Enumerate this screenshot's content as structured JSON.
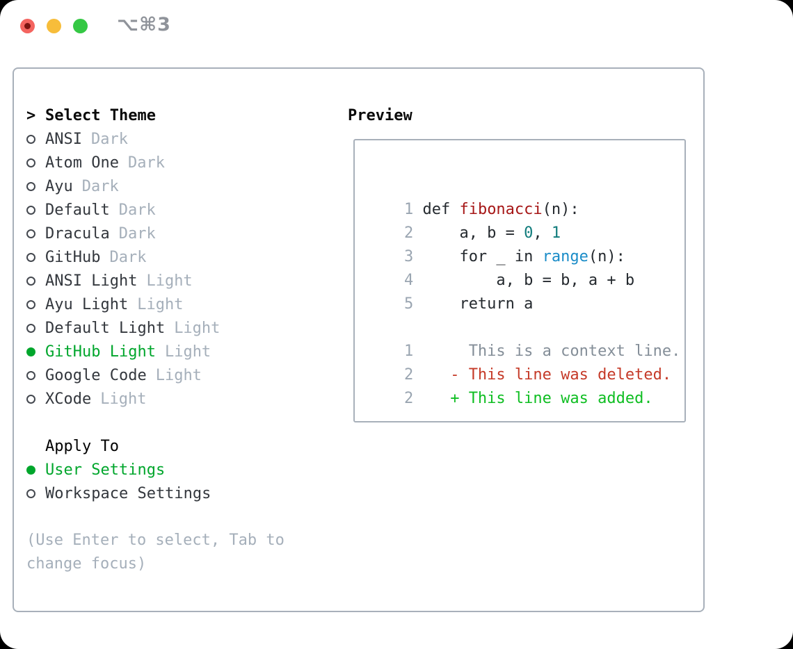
{
  "titlebar": {
    "title": "⌥⌘3"
  },
  "theme_list": {
    "cursor": ">",
    "title": "Select Theme",
    "items": [
      {
        "name": "ANSI",
        "variant": "Dark",
        "selected": false
      },
      {
        "name": "Atom One",
        "variant": "Dark",
        "selected": false
      },
      {
        "name": "Ayu",
        "variant": "Dark",
        "selected": false
      },
      {
        "name": "Default",
        "variant": "Dark",
        "selected": false
      },
      {
        "name": "Dracula",
        "variant": "Dark",
        "selected": false
      },
      {
        "name": "GitHub",
        "variant": "Dark",
        "selected": false
      },
      {
        "name": "ANSI Light",
        "variant": "Light",
        "selected": false
      },
      {
        "name": "Ayu Light",
        "variant": "Light",
        "selected": false
      },
      {
        "name": "Default Light",
        "variant": "Light",
        "selected": false
      },
      {
        "name": "GitHub Light",
        "variant": "Light",
        "selected": true
      },
      {
        "name": "Google Code",
        "variant": "Light",
        "selected": false
      },
      {
        "name": "XCode",
        "variant": "Light",
        "selected": false
      }
    ]
  },
  "apply_to": {
    "title": "Apply To",
    "options": [
      {
        "label": "User Settings",
        "selected": true
      },
      {
        "label": "Workspace Settings",
        "selected": false
      }
    ]
  },
  "help": {
    "text": "(Use Enter to select, Tab to change focus)"
  },
  "preview": {
    "title": "Preview",
    "code_lines": [
      {
        "num": "1",
        "segments": [
          {
            "t": " def ",
            "c": "plain"
          },
          {
            "t": "fibonacci",
            "c": "func"
          },
          {
            "t": "(n):",
            "c": "plain"
          }
        ]
      },
      {
        "num": "2",
        "segments": [
          {
            "t": "     a, b = ",
            "c": "plain"
          },
          {
            "t": "0",
            "c": "num"
          },
          {
            "t": ", ",
            "c": "plain"
          },
          {
            "t": "1",
            "c": "num"
          }
        ]
      },
      {
        "num": "3",
        "segments": [
          {
            "t": "     for _ in ",
            "c": "plain"
          },
          {
            "t": "range",
            "c": "builtin"
          },
          {
            "t": "(n):",
            "c": "plain"
          }
        ]
      },
      {
        "num": "4",
        "segments": [
          {
            "t": "         a, b = b, a + b",
            "c": "plain"
          }
        ]
      },
      {
        "num": "5",
        "segments": [
          {
            "t": "     return a",
            "c": "plain"
          }
        ]
      },
      {
        "num": "",
        "segments": []
      },
      {
        "num": "1",
        "segments": [
          {
            "t": "      This is a context line.",
            "c": "context"
          }
        ]
      },
      {
        "num": "2",
        "segments": [
          {
            "t": "    - This line was deleted.",
            "c": "deleted"
          }
        ]
      },
      {
        "num": "2",
        "segments": [
          {
            "t": "    + This line was added.",
            "c": "added"
          }
        ]
      }
    ]
  },
  "colors": {
    "accent_green": "#00a62c",
    "added_green": "#0fbe22",
    "deleted_red": "#c53a28",
    "function_red": "#a61717",
    "number_teal": "#0f7b7b",
    "builtin_blue": "#1a8cc8",
    "muted_gray": "#a5afba",
    "line_number_gray": "#9aa5b1",
    "border_gray": "#a8b0ba",
    "traffic_red": "#f4645f",
    "traffic_yellow": "#f7bd3a",
    "traffic_green": "#35c844"
  }
}
